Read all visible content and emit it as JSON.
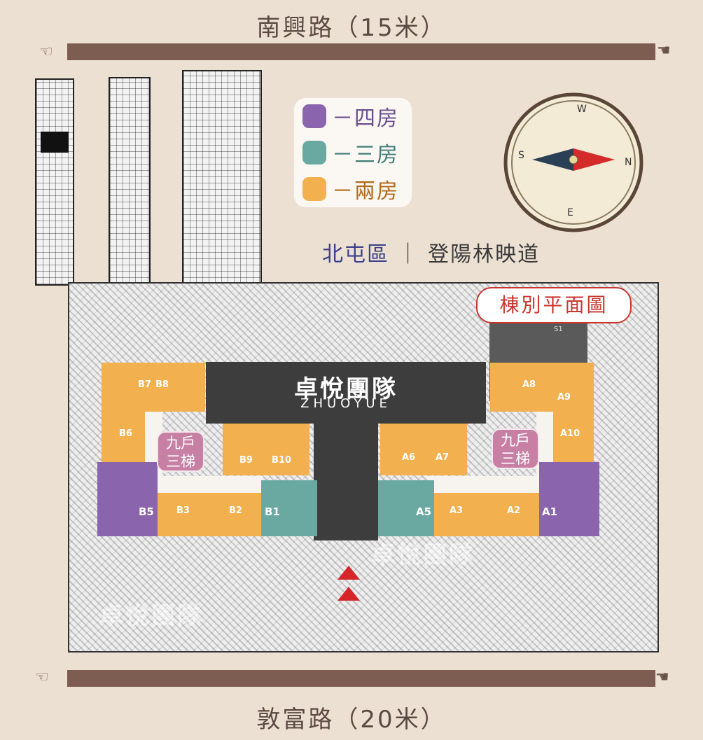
{
  "roads": {
    "top": "南興路（15米）",
    "bottom": "敦富路（20米）"
  },
  "legend": [
    {
      "label": "－四房",
      "color": "#8a64ad"
    },
    {
      "label": "－三房",
      "color": "#6aa9a2"
    },
    {
      "label": "－兩房",
      "color": "#f2b04e"
    }
  ],
  "district": {
    "area": "北屯區",
    "separator": "｜",
    "name": "登陽林映道"
  },
  "plan_badge": "棟別平面圖",
  "brand": {
    "zh": "卓悅團隊",
    "en": "ZHUOYUE"
  },
  "stair_badges": [
    {
      "line1": "九戶",
      "line2": "三梯"
    },
    {
      "line1": "九戶",
      "line2": "三梯"
    }
  ],
  "compass": {
    "n": "N",
    "s": "S",
    "e": "E",
    "w": "W"
  },
  "units": {
    "B7": "B7",
    "B8": "B8",
    "B6": "B6",
    "B9": "B9",
    "B10": "B10",
    "B5": "B5",
    "B3": "B3",
    "B2": "B2",
    "B1": "B1",
    "A8": "A8",
    "A9": "A9",
    "A10": "A10",
    "A6": "A6",
    "A7": "A7",
    "A5": "A5",
    "A3": "A3",
    "A2": "A2",
    "A1": "A1"
  },
  "small_label": "S1",
  "watermarks": [
    "卓悅團隊",
    "卓悅團隊"
  ],
  "icons": {
    "top_left_hand": "pointing-hand-icon",
    "entrance": "chevron-up-icon"
  }
}
